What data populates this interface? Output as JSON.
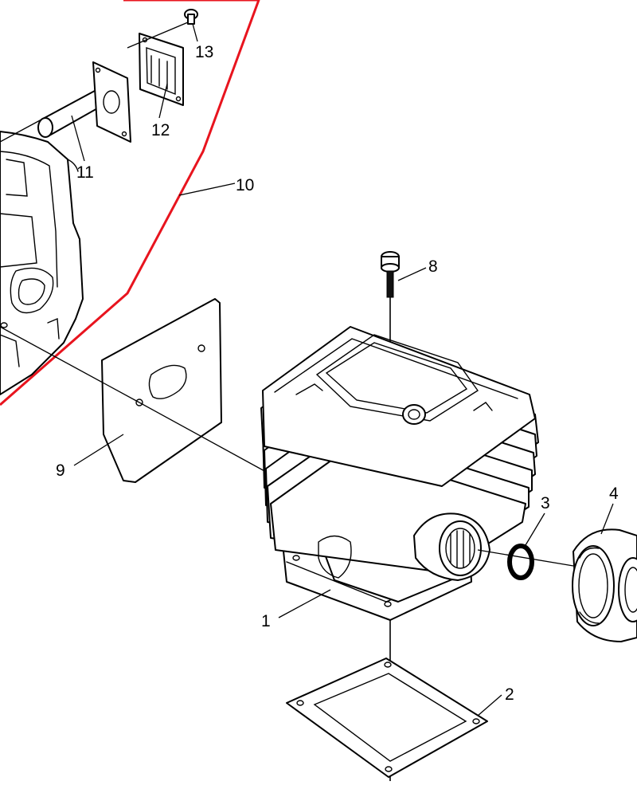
{
  "diagram": {
    "callouts": [
      {
        "id": "c1",
        "text": "1"
      },
      {
        "id": "c2",
        "text": "2"
      },
      {
        "id": "c3",
        "text": "3"
      },
      {
        "id": "c4",
        "text": "4"
      },
      {
        "id": "c8",
        "text": "8"
      },
      {
        "id": "c9",
        "text": "9"
      },
      {
        "id": "c10",
        "text": "10"
      },
      {
        "id": "c11",
        "text": "11"
      },
      {
        "id": "c12",
        "text": "12"
      },
      {
        "id": "c13",
        "text": "13"
      }
    ],
    "colors": {
      "line": "#000000",
      "background": "#ffffff",
      "assembly_boundary": "#e8141e"
    }
  }
}
